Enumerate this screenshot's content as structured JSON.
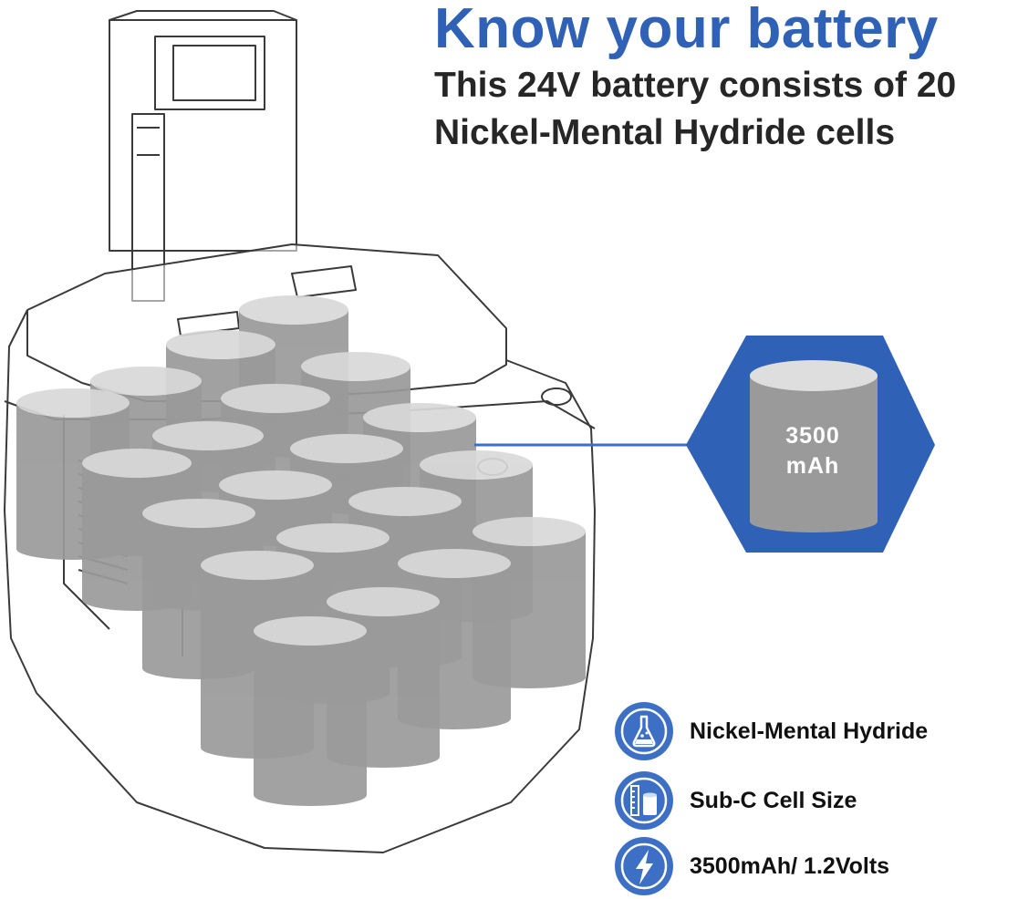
{
  "header": {
    "title": "Know your battery",
    "subtitle_line1": "This 24V battery consists of 20",
    "subtitle_line2": "Nickel-Mental Hydride cells"
  },
  "callout": {
    "capacity_value": "3500",
    "capacity_unit": "mAh"
  },
  "features": [
    {
      "icon": "flask-icon",
      "label": "Nickel-Mental Hydride"
    },
    {
      "icon": "cell-size-icon",
      "label": "Sub-C Cell Size"
    },
    {
      "icon": "lightning-bolt-icon",
      "label": "3500mAh/ 1.2Volts"
    }
  ],
  "colors": {
    "accent_blue": "#2f62b6",
    "cell_gray": "#9a9a9a",
    "cell_top": "#d9d9d9",
    "text_dark": "#262626"
  }
}
